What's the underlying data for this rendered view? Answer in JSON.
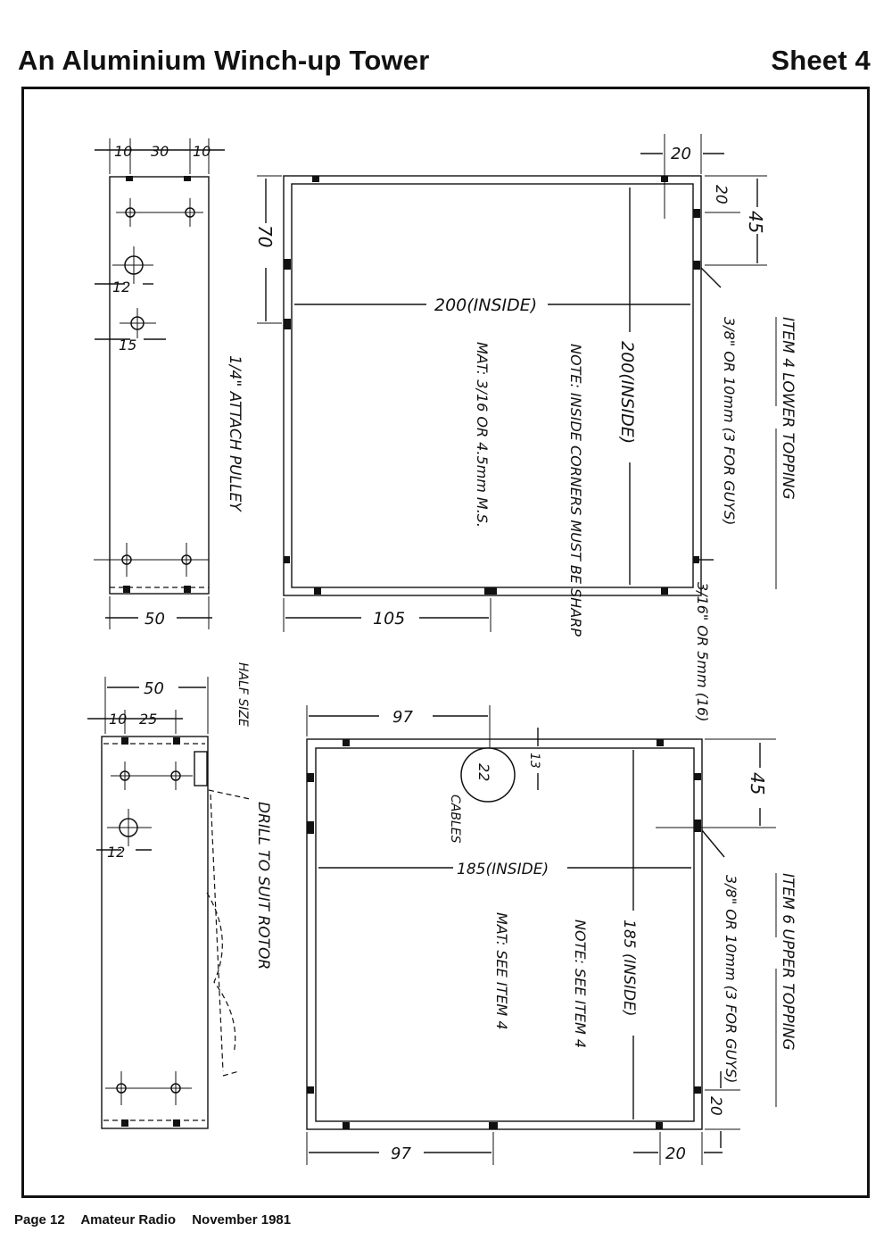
{
  "header": {
    "title": "An Aluminium Winch-up Tower",
    "sheet": "Sheet 4"
  },
  "footer": {
    "page": "Page 12",
    "publication": "Amateur Radio",
    "date": "November 1981"
  },
  "drawing": {
    "upper_left_side": {
      "dim_top": [
        "10",
        "30",
        "10"
      ],
      "dim_bottom": "50",
      "hole_large": "12",
      "hole_small": "15",
      "note": "1/4\" ATTACH PULLEY"
    },
    "lower_topping": {
      "dim_width": "200(INSIDE)",
      "dim_height": "200(INSIDE)",
      "dim_70": "70",
      "dim_105": "105",
      "dim_20_top": "20",
      "dim_20_side": "20",
      "dim_45": "45",
      "guy_note": "3/8\" OR 10mm (3 FOR GUYS)",
      "small_note": "3/16\" OR 5mm (16)",
      "note": "NOTE: INSIDE CORNERS MUST BE SHARP",
      "mat": "MAT: 3/16 OR 4.5mm M.S.",
      "item_label": "ITEM 4 LOWER TOPPING"
    },
    "half_size": "HALF SIZE",
    "lower_left_side": {
      "dim_top_50": "50",
      "dim_10": "10",
      "dim_25": "25",
      "hole_large": "12",
      "note": "DRILL TO SUIT ROTOR"
    },
    "upper_topping": {
      "dim_97_top": "97",
      "dim_97_bottom": "97",
      "dim_13": "13",
      "dim_22": "22",
      "cables": "CABLES",
      "dim_width": "185(INSIDE)",
      "dim_height": "185 (INSIDE)",
      "dim_45": "45",
      "dim_20_side": "20",
      "dim_20_bottom": "20",
      "guy_note": "3/8\" OR 10mm (3 FOR GUYS)",
      "note": "NOTE: SEE ITEM 4",
      "mat": "MAT: SEE ITEM 4",
      "item_label": "ITEM 6 UPPER TOPPING"
    }
  }
}
